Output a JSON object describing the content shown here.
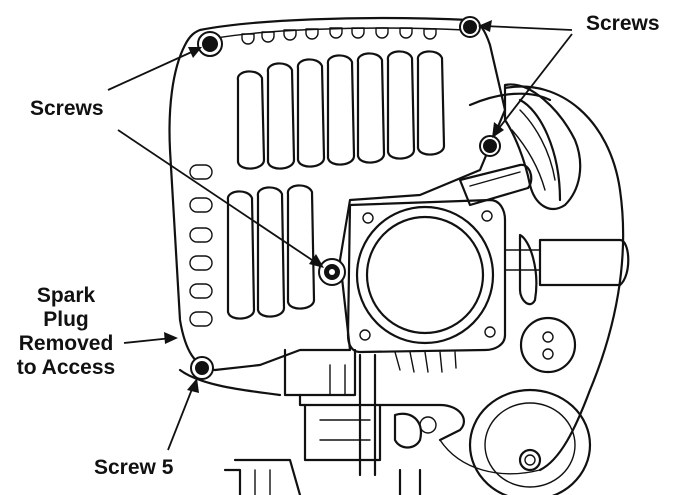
{
  "labels": {
    "screws_top_right": "Screws",
    "screws_center": "Screws",
    "spark_plug_line1": "Spark",
    "spark_plug_line2": "Plug",
    "spark_plug_line3": "Removed",
    "spark_plug_line4": "to Access",
    "screw_5": "Screw 5"
  },
  "icons": {
    "screw": "screw-icon",
    "arrow": "arrow-pointer-icon"
  },
  "colors": {
    "ink": "#111111",
    "paper": "#ffffff"
  }
}
